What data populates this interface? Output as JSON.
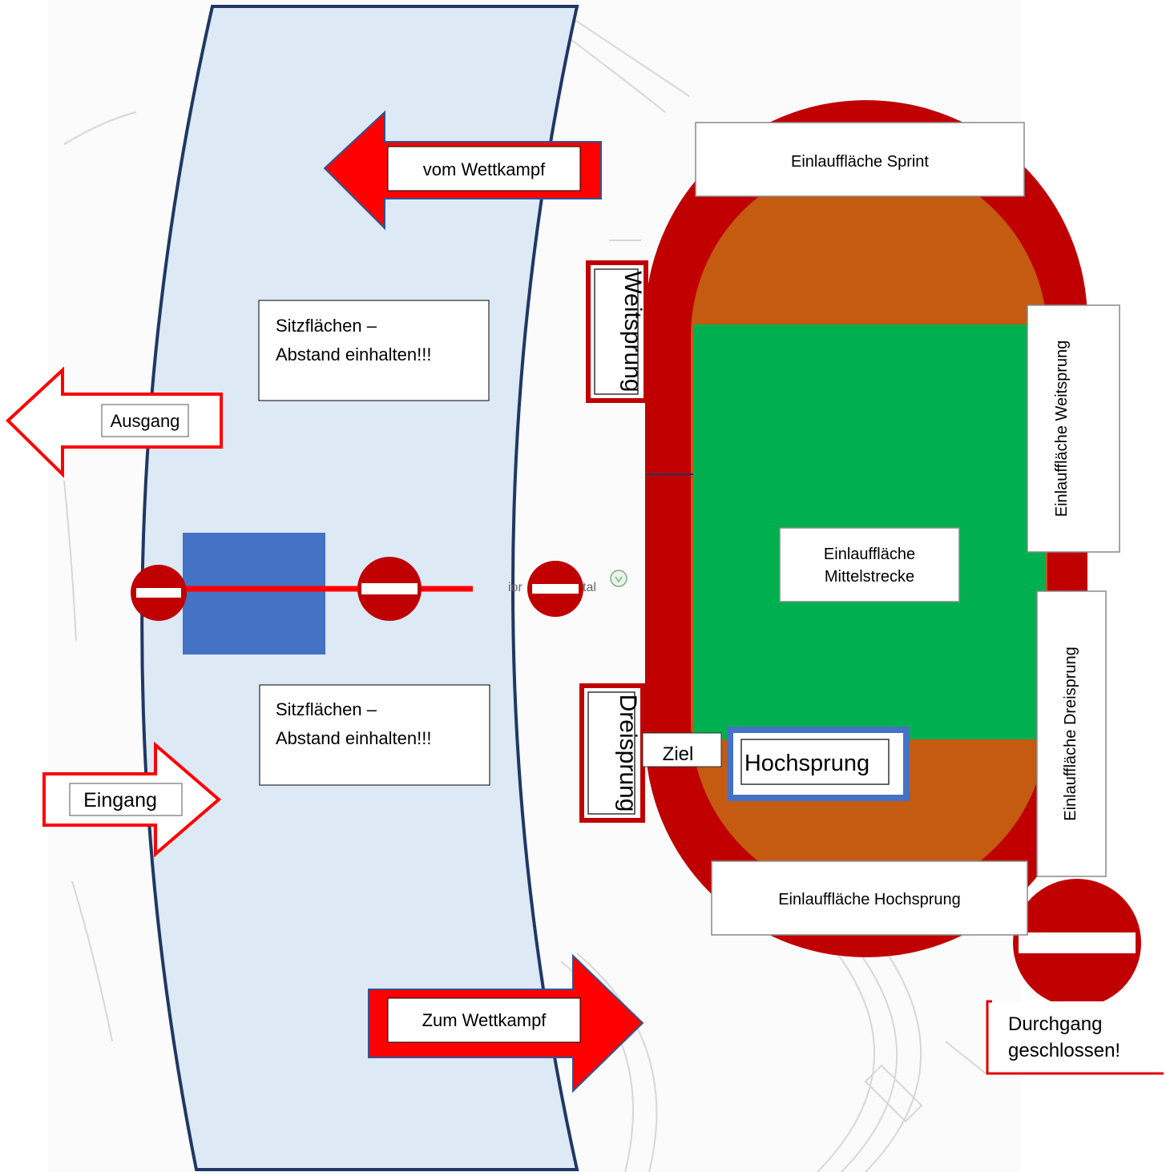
{
  "colors": {
    "track": "#c00000",
    "infield_orange": "#c55a11",
    "infield_green": "#00b050",
    "seating_area": "#dde9f5",
    "seating_outline": "#1f3864",
    "block": "#4472c4",
    "arrow_fill": "#ff0000",
    "arrow_outline": "#2f5597",
    "sign_red": "#c00000",
    "label_border": "#c00000",
    "hochsprung_border": "#4472c4"
  },
  "arrows": {
    "from_competition": "vom Wettkampf",
    "to_competition": "Zum Wettkampf",
    "exit": "Ausgang",
    "entrance": "Eingang"
  },
  "seating": {
    "upper": [
      "Sitzflächen –",
      "Abstand einhalten!!!"
    ],
    "lower": [
      "Sitzflächen –",
      "Abstand einhalten!!!"
    ]
  },
  "stations": {
    "weitsprung": "Weitsprung",
    "dreisprung": "Dreisprung",
    "ziel": "Ziel",
    "hochsprung": "Hochsprung"
  },
  "warmup": {
    "sprint": "Einlauffläche Sprint",
    "mittelstrecke": [
      "Einlauffläche",
      "Mittelstrecke"
    ],
    "weitsprung": "Einlauffläche Weitsprung",
    "dreisprung": "Einlauffläche Dreisprung",
    "hochsprung": "Einlauffläche Hochsprung"
  },
  "map_fragment": {
    "left": "ior",
    "right": "tal"
  },
  "closed_passage": [
    "Durchgang",
    "geschlossen!"
  ],
  "icons": [
    "no-entry-sign-icon",
    "map-pin-icon",
    "arrow-left-icon",
    "arrow-right-icon",
    "outlined-arrow-left-icon",
    "outlined-arrow-right-icon"
  ]
}
